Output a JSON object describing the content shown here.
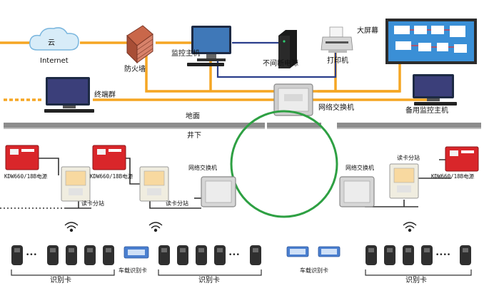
{
  "labels": {
    "cloud": "云",
    "internet": "Internet",
    "firewall": "防火墙",
    "monitor_host": "监控主机",
    "ups": "不间断电源",
    "printer": "打印机",
    "big_screen": "大屏幕",
    "terminal_group": "终端群",
    "network_switch": "网络交换机",
    "backup_host": "备用监控主机",
    "ground": "地面",
    "underground": "井下",
    "network_switch_left": "网络交换机",
    "network_switch_right": "网络交换机",
    "reader_left": "读卡分站",
    "reader_mid": "读卡分站",
    "reader_right": "读卡分站",
    "power_left1": "KDW660/18B电源",
    "power_left2": "KDW660/18B电源",
    "power_right": "KDW660/18B电源",
    "id_card_left": "识别卡",
    "vehicle_card_left": "车载识别卡",
    "id_card_mid": "识别卡",
    "vehicle_card_center": "车载识别卡",
    "id_card_right": "识别卡"
  },
  "colors": {
    "network_line": "#f5a623",
    "link_blue": "#2b3f8c",
    "cable": "#333333",
    "ring": "#2ea043",
    "power_box": "#d9262a",
    "ground": "#8c8c8c"
  }
}
